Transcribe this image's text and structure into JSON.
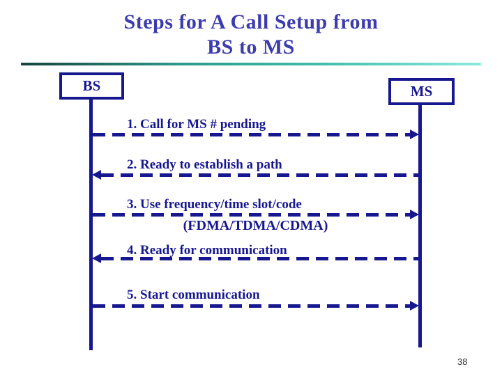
{
  "slide": {
    "title_line1": "Steps for A Call Setup from",
    "title_line2": "BS to MS",
    "page_number": "38"
  },
  "actors": [
    {
      "id": "bs",
      "label": "BS"
    },
    {
      "id": "ms",
      "label": "MS"
    }
  ],
  "messages": [
    {
      "num": 1,
      "label": "1. Call for MS # pending",
      "direction": "right"
    },
    {
      "num": 2,
      "label": "2. Ready to establish a path",
      "direction": "left"
    },
    {
      "num": 3,
      "label": "3. Use frequency/time slot/code",
      "sublabel": "(FDMA/TDMA/CDMA)",
      "direction": "right"
    },
    {
      "num": 4,
      "label": "4. Ready for communication",
      "direction": "left"
    },
    {
      "num": 5,
      "label": "5. Start communication",
      "direction": "right"
    }
  ],
  "colors": {
    "diagram_navy": "#17178f",
    "title_blue": "#3c3cae",
    "divider_dark_teal": "#14443c",
    "divider_light_teal": "#8ceadb"
  }
}
